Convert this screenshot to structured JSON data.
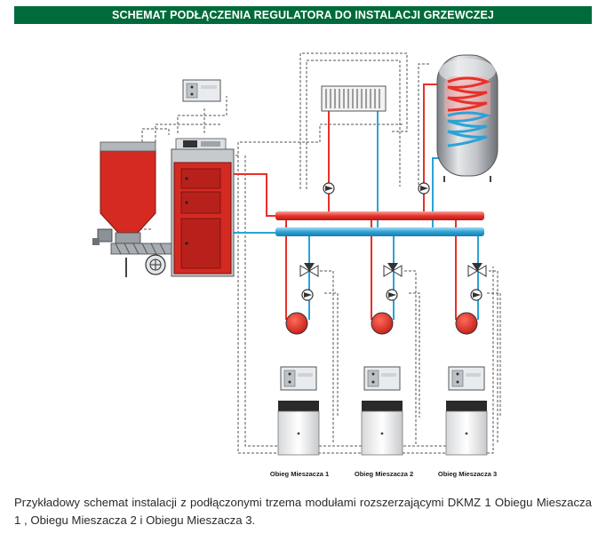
{
  "title": "SCHEMAT PODŁĄCZENIA REGULATORA DO INSTALACJI GRZEWCZEJ",
  "circuits": [
    {
      "label": "Obieg Mieszacza 1"
    },
    {
      "label": "Obieg Mieszacza 2"
    },
    {
      "label": "Obieg Mieszacza 3"
    }
  ],
  "caption": "Przykładowy schemat instalacji z podłączonymi trzema modułami  rozszerzającymi DKMZ 1 Obiegu Mieszacza 1 , Obiegu Mieszacza 2 i Obiegu Mieszacza 3.",
  "colors": {
    "header_green": "#006b3a",
    "supply_red": "#e8302a",
    "return_blue": "#2ba3d6",
    "boiler_red": "#d42a22",
    "signal_line": "#555555"
  }
}
